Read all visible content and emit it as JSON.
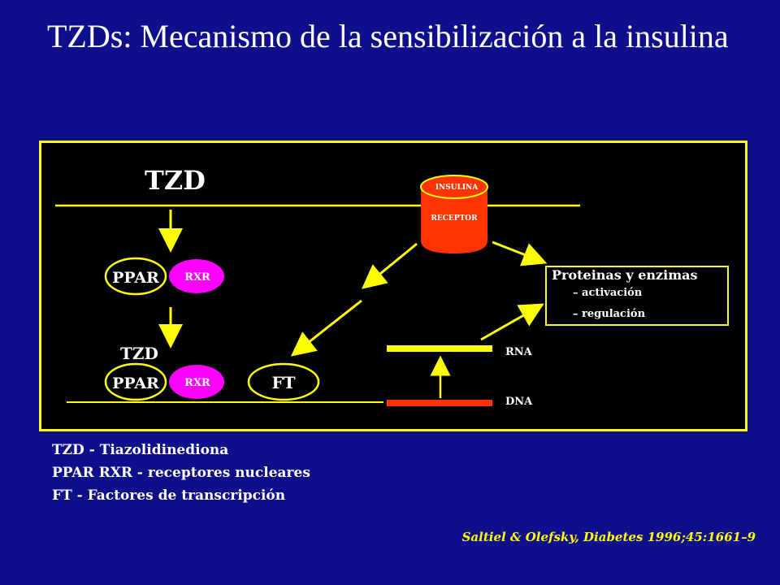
{
  "slide": {
    "title": "TZDs:  Mecanismo de la sensibilización a la insulina"
  },
  "diagram": {
    "tzd_top": "TZD",
    "insulina": "INSULINA",
    "receptor": "RECEPTOR",
    "ppar_top": "PPAR",
    "rxr_top": "RXR",
    "tzd_bound": "TZD",
    "ppar_bottom": "PPAR",
    "rxr_bottom": "RXR",
    "ft": "FT",
    "rna": "RNA",
    "dna": "DNA",
    "proteins_title": "Proteinas y enzimas",
    "proteins_items": [
      "– activación",
      "– regulación"
    ],
    "colors": {
      "background": "#0f0f8c",
      "panel_border": "#ffff00",
      "arrow": "#ffff00",
      "rxr": "#ff00ff",
      "receptor": "#ff3300",
      "dna": "#ff3300",
      "rna": "#ffff00"
    }
  },
  "legend": [
    "TZD - Tiazolidinediona",
    "PPAR RXR - receptores nucleares",
    "FT - Factores de transcripción"
  ],
  "citation": "Saltiel & Olefsky, Diabetes 1996;45:1661–9"
}
